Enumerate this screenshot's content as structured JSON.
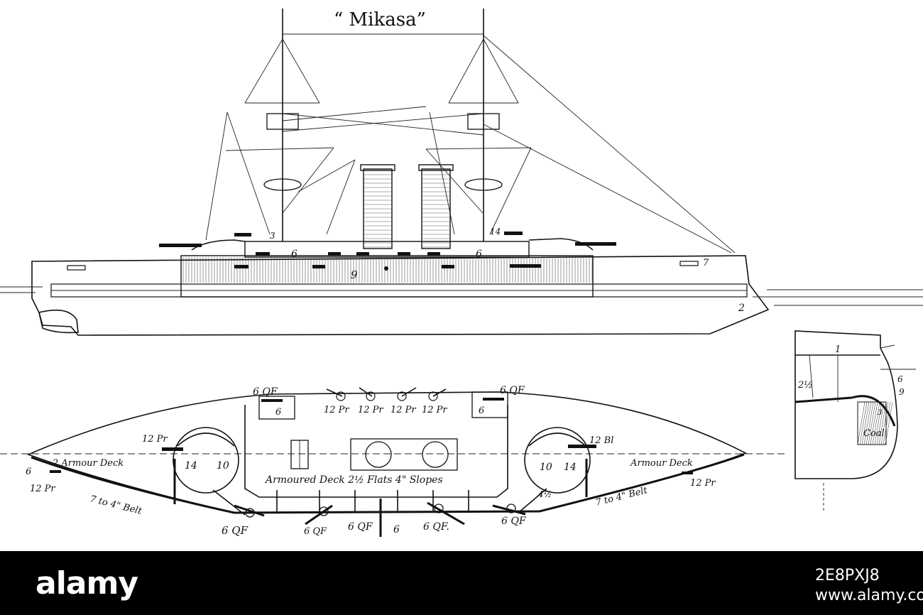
{
  "title": "“ Mikasa”",
  "elevation_labels": {
    "a": "3",
    "b": "6",
    "c": "9",
    "d": "6",
    "e": "14",
    "f": "7",
    "g": "2"
  },
  "plan_labels": {
    "qf_top_left": "6 QF",
    "qf_top_right": "6 QF",
    "inch6_left": "6",
    "inch6_right": "6",
    "p12_a": "12 Pr",
    "p12_b": "12 Pr",
    "p12_c": "12 Pr",
    "p12_d": "12 Pr",
    "p12_left": "12 Pr",
    "bl12_right": "12 Bl",
    "n14_left": "14",
    "n10_left": "10",
    "n10_right": "10",
    "n14_right": "14",
    "armour_deck_left": "2 Armour Deck",
    "armour_deck_right": "Armour Deck",
    "armoured_deck": "Armoured Deck 2½ Flats 4\" Slopes",
    "n6_bow": "6",
    "p12_bow": "12 Pr",
    "p12_stern": "12 Pr",
    "belt_left": "7 to 4\" Belt",
    "belt_right": "7 to 4\" Belt",
    "n4half": "4½",
    "qf_bottom_1": "6 QF",
    "qf_bottom_2": "6 QF",
    "qf_bottom_3": "6 QF",
    "n6_bottom": "6",
    "qf_bottom_4": "6 QF.",
    "qf_bottom_5": "6 QF"
  },
  "section_labels": {
    "one": "1",
    "two_half": "2½",
    "six": "6",
    "nine": "9",
    "coal": "Coal",
    "three": "3"
  },
  "footer": {
    "logo": "alamy",
    "image_id": "2E8PXJ8",
    "site": "www.alamy.com"
  }
}
